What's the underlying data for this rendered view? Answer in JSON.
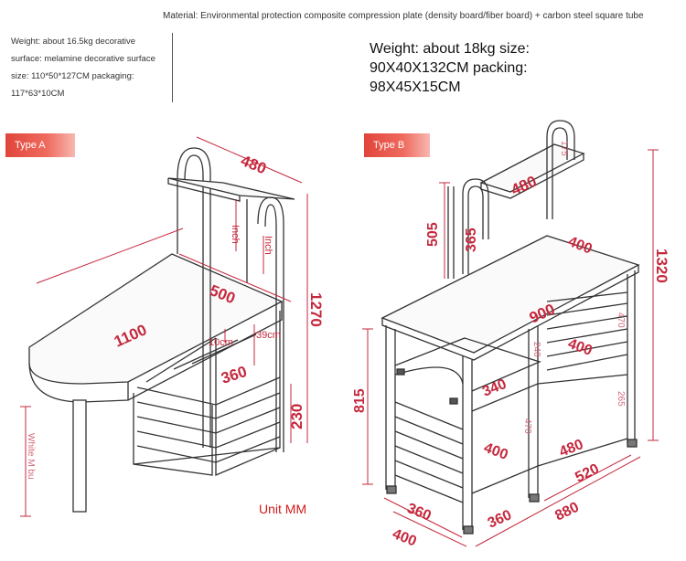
{
  "material_text": "Material: Environmental protection composite compression plate (density board/fiber board) + carbon steel square tube",
  "type_a": {
    "tab_label": "Type A",
    "spec_text": "Weight: about 16.5kg decorative surface: melamine decorative surface size: 110*50*127CM packaging: 117*63*10CM",
    "dimensions": {
      "top_shelf_depth": "480",
      "tabletop_length": "1100",
      "tabletop_depth": "500",
      "total_height": "1270",
      "shelf_width": "360",
      "lower_height": "230",
      "inner_gap": "39cm",
      "small_gap": "10cm",
      "post_label_1": "Inch",
      "post_label_2": "Inch",
      "leg_label": "White M bu"
    },
    "unit_label": "Unit MM"
  },
  "type_b": {
    "tab_label": "Type B",
    "spec_text": "Weight: about 18kg size: 90X40X132CM packing: 98X45X15CM",
    "dimensions": {
      "top_shelf_width": "480",
      "top_shelf_depth": "175",
      "upper_height": "505",
      "side_height": "365",
      "depth": "400",
      "total_height": "1320",
      "top_width": "900",
      "right_inner_height": "470",
      "left_inner_height": "240",
      "mid_shelf_depth": "400",
      "lower_shelf_width": "340",
      "lower_height": "815",
      "lower_right_height": "265",
      "bottom_left_height": "470",
      "bottom_shelf_depth": "400",
      "bottom_right_width": "480",
      "floor_depth_right": "520",
      "floor_left_width": "360",
      "floor_mid_width": "360",
      "floor_total_width": "880",
      "floor_depth": "400"
    }
  }
}
